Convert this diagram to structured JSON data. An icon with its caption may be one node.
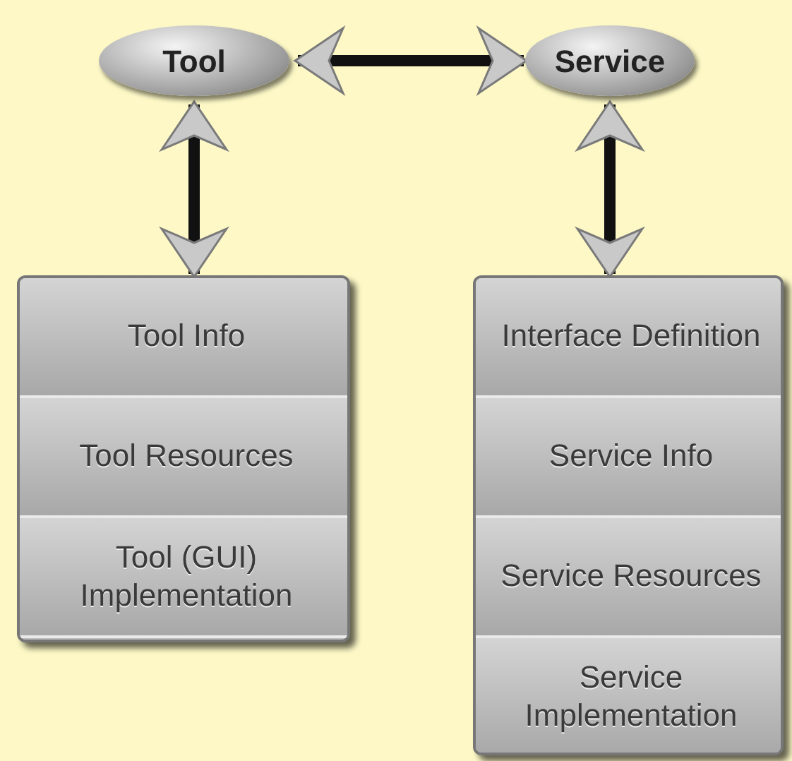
{
  "diagram": {
    "nodes": [
      {
        "text": [
          "Tool"
        ]
      },
      {
        "text": [
          "Service"
        ]
      },
      {
        "text": [],
        "shape": "box"
      },
      {
        "text": [
          "Tool Info"
        ],
        "in": 2
      },
      {
        "text": [
          "Tool Resources"
        ],
        "in": 2
      },
      {
        "text": [
          "Tool (GUI) Implementation"
        ],
        "in": 2
      },
      {
        "text": [],
        "shape": "box"
      },
      {
        "text": [
          "Interface Definition"
        ],
        "in": 6
      },
      {
        "text": [
          "Service Info"
        ],
        "in": 6
      },
      {
        "text": [
          "Service Resources"
        ],
        "in": 6
      },
      {
        "text": [
          "Service Implementation"
        ],
        "in": 6
      }
    ],
    "edges": [
      {
        "from": 0,
        "to": 1,
        "arrow": "both"
      },
      {
        "from": 0,
        "to": 2,
        "arrow": "both"
      },
      {
        "from": 1,
        "to": 6,
        "arrow": "both"
      }
    ]
  }
}
